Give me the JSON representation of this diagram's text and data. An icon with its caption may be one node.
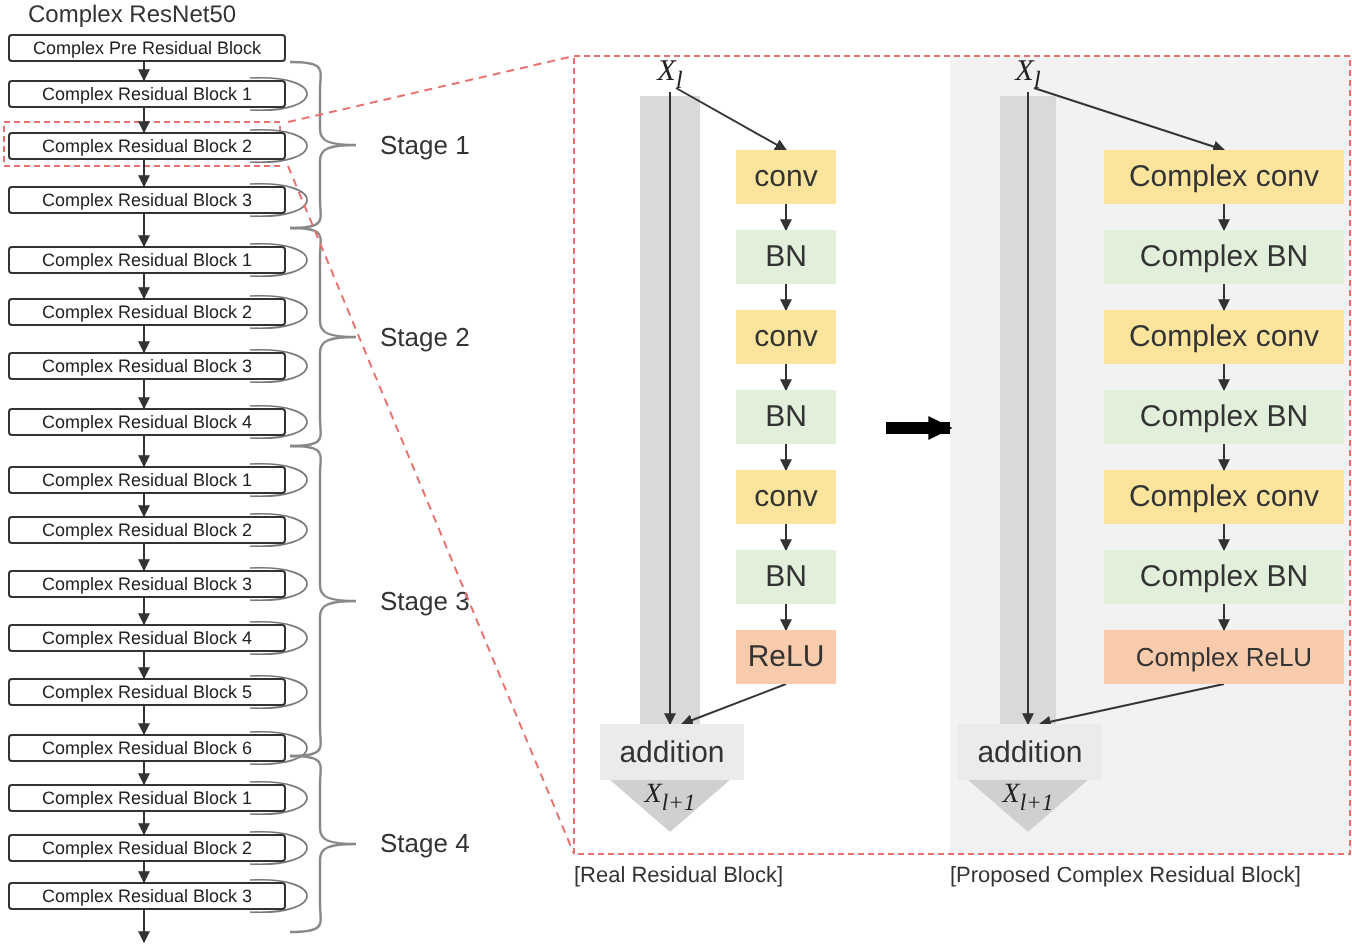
{
  "diagram": {
    "title": "Complex ResNet50",
    "nodes": [
      {
        "text": [
          "Complex Pre Residual Block"
        ]
      },
      {
        "text": [
          "Complex Residual Block 1"
        ]
      },
      {
        "text": [
          "Complex Residual Block 2"
        ]
      },
      {
        "text": [
          "Complex Residual Block 3"
        ]
      },
      {
        "text": [
          "Complex Residual Block 1"
        ]
      },
      {
        "text": [
          "Complex Residual Block 2"
        ]
      },
      {
        "text": [
          "Complex Residual Block 3"
        ]
      },
      {
        "text": [
          "Complex Residual Block 4"
        ]
      },
      {
        "text": [
          "Complex Residual Block 1"
        ]
      },
      {
        "text": [
          "Complex Residual Block 2"
        ]
      },
      {
        "text": [
          "Complex Residual Block 3"
        ]
      },
      {
        "text": [
          "Complex Residual Block 4"
        ]
      },
      {
        "text": [
          "Complex Residual Block 5"
        ]
      },
      {
        "text": [
          "Complex Residual Block 6"
        ]
      },
      {
        "text": [
          "Complex Residual Block 1"
        ]
      },
      {
        "text": [
          "Complex Residual Block 2"
        ]
      },
      {
        "text": [
          "Complex Residual Block 3"
        ]
      },
      {
        "text": [
          "[Real Residual Block]"
        ]
      },
      {
        "text": [
          "X$_{l}$"
        ],
        "in": 17
      },
      {
        "text": [
          "conv"
        ],
        "in": 17
      },
      {
        "text": [
          "BN"
        ],
        "in": 17
      },
      {
        "text": [
          "conv"
        ],
        "in": 17
      },
      {
        "text": [
          "BN"
        ],
        "in": 17
      },
      {
        "text": [
          "conv"
        ],
        "in": 17
      },
      {
        "text": [
          "BN"
        ],
        "in": 17
      },
      {
        "text": [
          "ReLU"
        ],
        "in": 17
      },
      {
        "text": [
          "addition"
        ],
        "in": 17
      },
      {
        "text": [
          "X$_{l+1}$"
        ],
        "in": 17
      },
      {
        "text": [
          "[Proposed Complex Residual Block]"
        ]
      },
      {
        "text": [
          "X$_{l}$"
        ],
        "in": 28
      },
      {
        "text": [
          "Complex conv"
        ],
        "in": 28
      },
      {
        "text": [
          "Complex BN"
        ],
        "in": 28
      },
      {
        "text": [
          "Complex conv"
        ],
        "in": 28
      },
      {
        "text": [
          "Complex BN"
        ],
        "in": 28
      },
      {
        "text": [
          "Complex conv"
        ],
        "in": 28
      },
      {
        "text": [
          "Complex BN"
        ],
        "in": 28
      },
      {
        "text": [
          "Complex ReLU"
        ],
        "in": 28
      },
      {
        "text": [
          "addition"
        ],
        "in": 28
      },
      {
        "text": [
          "X$_{l+1}$"
        ],
        "in": 28
      }
    ],
    "edges": [
      {
        "from": 0,
        "to": 1,
        "arrow": "to"
      },
      {
        "from": 1,
        "to": 2,
        "arrow": "to"
      },
      {
        "from": 2,
        "to": 3,
        "arrow": "to"
      },
      {
        "from": 3,
        "to": 4,
        "arrow": "to"
      },
      {
        "from": 4,
        "to": 5,
        "arrow": "to"
      },
      {
        "from": 5,
        "to": 6,
        "arrow": "to"
      },
      {
        "from": 6,
        "to": 7,
        "arrow": "to"
      },
      {
        "from": 7,
        "to": 8,
        "arrow": "to"
      },
      {
        "from": 8,
        "to": 9,
        "arrow": "to"
      },
      {
        "from": 9,
        "to": 10,
        "arrow": "to"
      },
      {
        "from": 10,
        "to": 11,
        "arrow": "to"
      },
      {
        "from": 11,
        "to": 12,
        "arrow": "to"
      },
      {
        "from": 12,
        "to": 13,
        "arrow": "to"
      },
      {
        "from": 13,
        "to": 14,
        "arrow": "to"
      },
      {
        "from": 14,
        "to": 15,
        "arrow": "to"
      },
      {
        "from": 15,
        "to": 16,
        "arrow": "to"
      },
      {
        "from": 16,
        "to": null,
        "arrow": "to"
      },
      {
        "from": 18,
        "to": 19,
        "arrow": "to"
      },
      {
        "from": 19,
        "to": 20,
        "arrow": "to"
      },
      {
        "from": 20,
        "to": 21,
        "arrow": "to"
      },
      {
        "from": 21,
        "to": 22,
        "arrow": "to"
      },
      {
        "from": 22,
        "to": 23,
        "arrow": "to"
      },
      {
        "from": 23,
        "to": 24,
        "arrow": "to"
      },
      {
        "from": 24,
        "to": 25,
        "arrow": "to"
      },
      {
        "from": 25,
        "to": 26,
        "arrow": "to"
      },
      {
        "from": 18,
        "to": 26,
        "arrow": "to"
      },
      {
        "from": 29,
        "to": 30,
        "arrow": "to"
      },
      {
        "from": 30,
        "to": 31,
        "arrow": "to"
      },
      {
        "from": 31,
        "to": 32,
        "arrow": "to"
      },
      {
        "from": 32,
        "to": 33,
        "arrow": "to"
      },
      {
        "from": 33,
        "to": 34,
        "arrow": "to"
      },
      {
        "from": 34,
        "to": 35,
        "arrow": "to"
      },
      {
        "from": 35,
        "to": 36,
        "arrow": "to"
      },
      {
        "from": 36,
        "to": 37,
        "arrow": "to"
      },
      {
        "from": 29,
        "to": 37,
        "arrow": "to"
      },
      {
        "from": 17,
        "to": 28,
        "arrow": "to",
        "style": "thick",
        "color": "#000000"
      },
      {
        "from": 2,
        "to": 17,
        "arrow": "none",
        "style": "dashed",
        "color": "#e8706f"
      },
      {
        "from": 2,
        "to": 17,
        "arrow": "none",
        "style": "dashed",
        "color": "#e8706f"
      }
    ],
    "labels": [
      "Stage 1",
      "Stage 2",
      "Stage 3",
      "Stage 4"
    ]
  }
}
